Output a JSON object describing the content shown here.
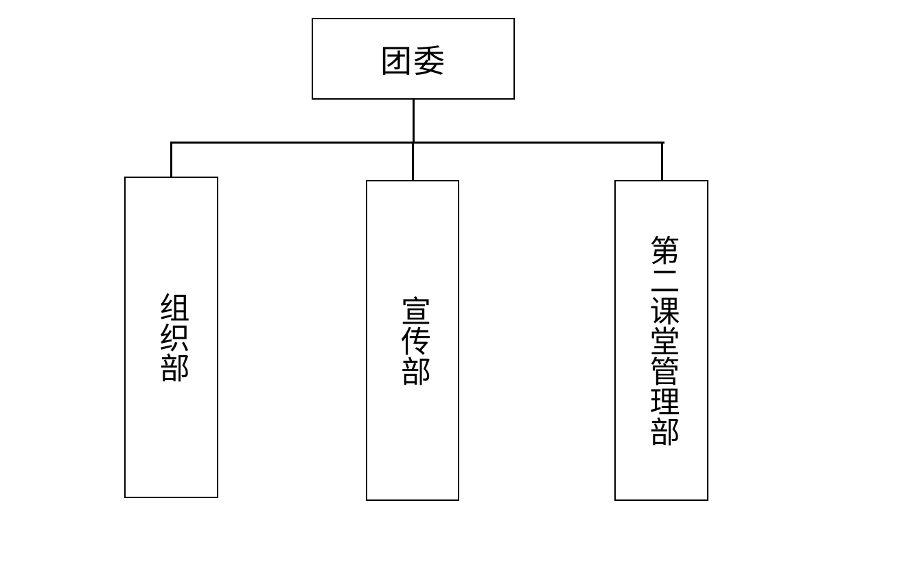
{
  "diagram": {
    "root": {
      "label": "团委"
    },
    "children": [
      {
        "label": "组织部"
      },
      {
        "label": "宣传部"
      },
      {
        "label": "第二课堂管理部"
      }
    ]
  }
}
